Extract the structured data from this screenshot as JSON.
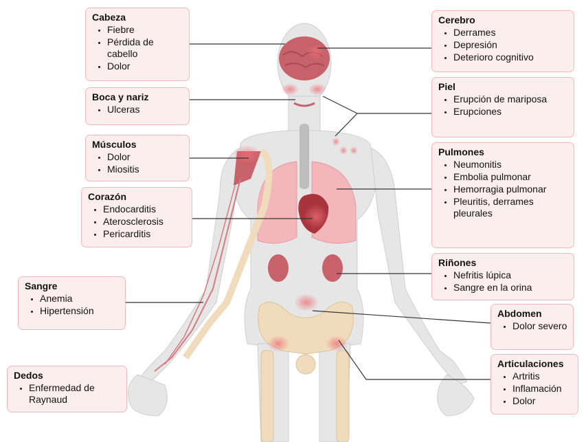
{
  "boxes": [
    {
      "id": "cabeza",
      "title": "Cabeza",
      "items": [
        "Fiebre",
        "Pérdida de cabello",
        "Dolor"
      ]
    },
    {
      "id": "boca",
      "title": "Boca y nariz",
      "items": [
        "Ulceras"
      ]
    },
    {
      "id": "musculos",
      "title": "Músculos",
      "items": [
        "Dolor",
        "Miositis"
      ]
    },
    {
      "id": "corazon",
      "title": "Corazón",
      "items": [
        "Endocarditis",
        "Aterosclerosis",
        "Pericarditis"
      ]
    },
    {
      "id": "sangre",
      "title": "Sangre",
      "items": [
        "Anemia",
        "Hipertensión"
      ]
    },
    {
      "id": "dedos",
      "title": "Dedos",
      "items": [
        "Enfermedad de Raynaud"
      ]
    },
    {
      "id": "cerebro",
      "title": "Cerebro",
      "items": [
        "Derrames",
        "Depresión",
        "Deterioro cognitivo"
      ]
    },
    {
      "id": "piel",
      "title": "Piel",
      "items": [
        "Erupción de mariposa",
        "Erupciones"
      ]
    },
    {
      "id": "pulmones",
      "title": "Pulmones",
      "items": [
        "Neumonitis",
        "Embolia pulmonar",
        "Hemorragia pulmonar",
        "Pleuritis, derrames pleurales"
      ]
    },
    {
      "id": "rinones",
      "title": "Riñones",
      "items": [
        "Nefritis lúpica",
        "Sangre en la orina"
      ]
    },
    {
      "id": "abdomen",
      "title": "Abdomen",
      "items": [
        "Dolor severo"
      ]
    },
    {
      "id": "articulaciones",
      "title": "Articulaciones",
      "items": [
        "Artritis",
        "Inflamación",
        "Dolor"
      ]
    }
  ],
  "colors": {
    "box_fill": "#fdeeee",
    "box_border": "#f0b8bb",
    "body": "#e6e6e6",
    "organ": "#c7626a",
    "bone": "#f0dcbc",
    "inflammation": "#ee8a8f"
  }
}
